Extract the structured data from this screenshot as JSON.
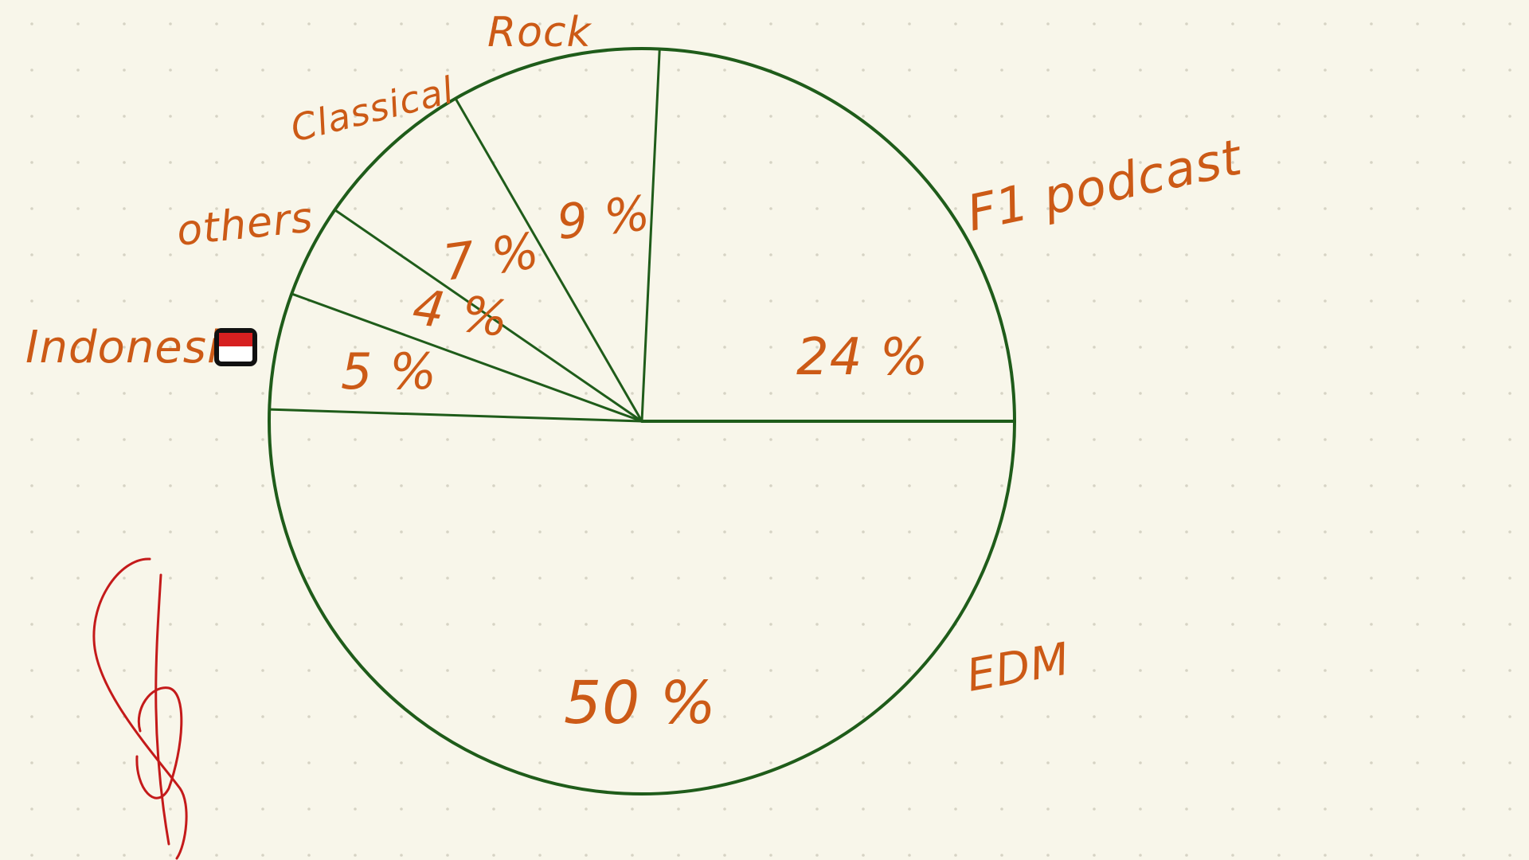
{
  "colors": {
    "background": "#f8f6ea",
    "ink_green": "#1f5c1a",
    "ink_orange": "#cc5a16",
    "ink_red": "#c41a1a",
    "flag_red": "#d62020",
    "flag_white": "#ffffff",
    "grid_dot": "#d6d3c4"
  },
  "chart_data": {
    "type": "pie",
    "title": "",
    "slices": [
      {
        "label": "F1 podcast",
        "value": 24,
        "value_label": "24 %"
      },
      {
        "label": "Rock",
        "value": 9,
        "value_label": "9 %"
      },
      {
        "label": "Classical",
        "value": 7,
        "value_label": "7 %"
      },
      {
        "label": "others",
        "value": 4,
        "value_label": "4 %"
      },
      {
        "label": "Indonesia",
        "value": 5,
        "value_label": "5 %"
      },
      {
        "label": "EDM",
        "value": 50,
        "value_label": "50 %"
      }
    ],
    "legend": "none",
    "grid": "dotted"
  },
  "annotations": {
    "flag_icon": "indonesia-flag-icon",
    "signature": "handwritten-signature"
  }
}
